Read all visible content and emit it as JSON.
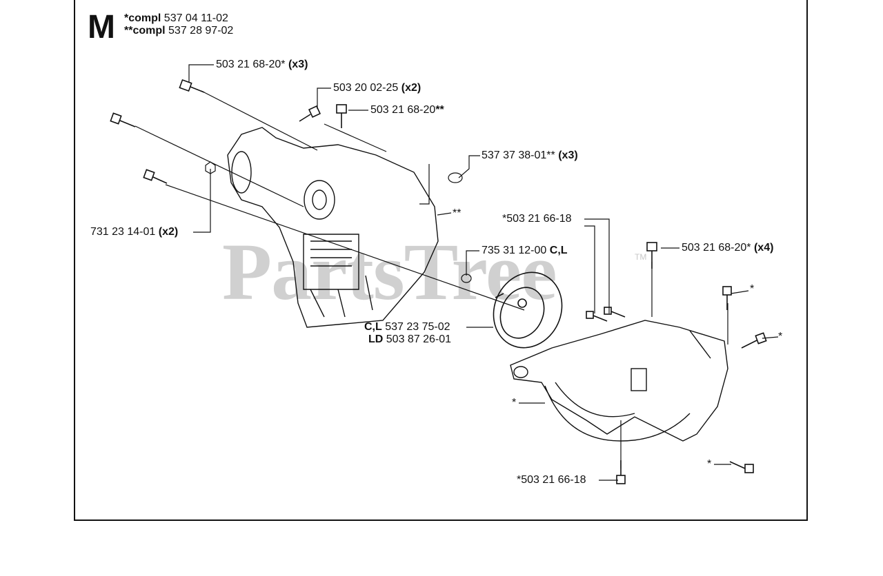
{
  "section_letter": "M",
  "compl": [
    {
      "mark": "*compl",
      "number": " 537 04 11-02"
    },
    {
      "mark": "**compl",
      "number": " 537 28 97-02"
    }
  ],
  "watermark": {
    "text": "PartsTree",
    "tm": "TM"
  },
  "labels": {
    "l1": {
      "num": "503 21 68-20*",
      "qty": " (x3)"
    },
    "l2": {
      "num": "503 20 02-25",
      "qty": " (x2)"
    },
    "l3": {
      "num": "503 21 68-20",
      "qty": "**"
    },
    "l4": {
      "num": "537 37 38-01**",
      "qty": " (x3)"
    },
    "l5": {
      "num": "731 23 14-01",
      "qty": " (x2)"
    },
    "l6": {
      "text": "**"
    },
    "l7": {
      "text": "*503 21 66-18"
    },
    "l8": {
      "num": "503 21 68-20*",
      "qty": " (x4)"
    },
    "l9": {
      "num": "735 31 12-00",
      "qty": " C,L"
    },
    "l10": {
      "text": "*"
    },
    "l11": {
      "text": "*"
    },
    "l12a": {
      "code": "C,L",
      "num": " 537 23 75-02"
    },
    "l12b": {
      "code": "LD",
      "num": " 503 87 26-01"
    },
    "l13": {
      "text": "*"
    },
    "l14": {
      "text": "*"
    },
    "l15": {
      "text": "*503 21 66-18"
    }
  }
}
